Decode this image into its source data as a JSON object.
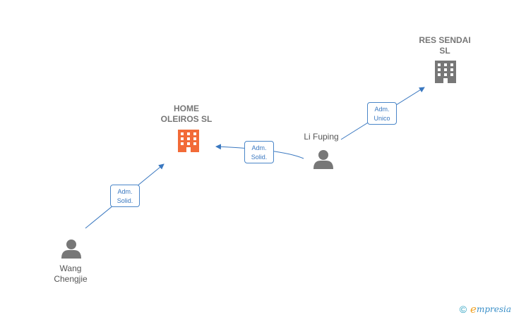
{
  "nodes": {
    "home_oleiros": {
      "line1": "HOME",
      "line2": "OLEIROS  SL",
      "icon": "building-icon",
      "color": "#f26b38"
    },
    "res_sendai": {
      "line1": "RES SENDAI",
      "line2": "SL",
      "icon": "building-icon",
      "color": "#777777"
    },
    "li_fuping": {
      "label": "Li Fuping",
      "icon": "person-icon",
      "color": "#777777"
    },
    "wang_chengjie": {
      "line1": "Wang",
      "line2": "Chengjie",
      "icon": "person-icon",
      "color": "#777777"
    }
  },
  "relations": [
    {
      "from": "Wang Chengjie",
      "to": "HOME OLEIROS  SL",
      "line1": "Adm.",
      "line2": "Solid."
    },
    {
      "from": "Li Fuping",
      "to": "HOME OLEIROS  SL",
      "line1": "Adm.",
      "line2": "Solid."
    },
    {
      "from": "Li Fuping",
      "to": "RES SENDAI SL",
      "line1": "Adm.",
      "line2": "Unico"
    }
  ],
  "colors": {
    "edge": "#3a78c0",
    "accent_company": "#f26b38",
    "neutral": "#777777"
  },
  "footer": {
    "copyright": "©",
    "brand_e": "e",
    "brand_rest": "mpresia"
  }
}
